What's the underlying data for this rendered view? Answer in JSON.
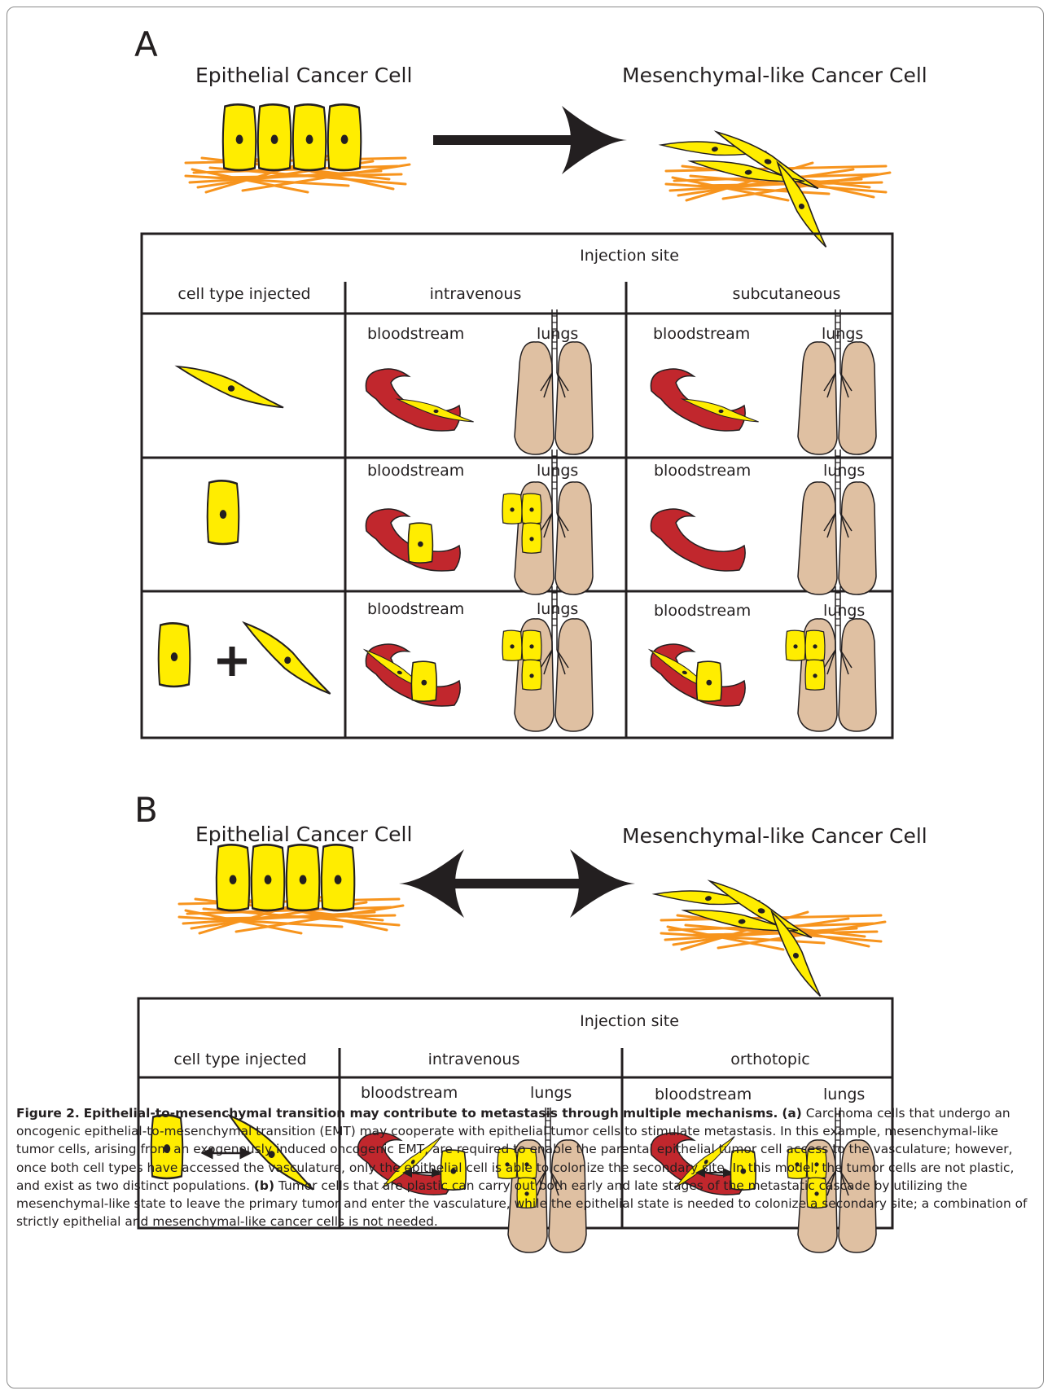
{
  "panel_a": {
    "letter": "A",
    "epithelial_title": "Epithelial Cancer Cell",
    "mesenchymal_title": "Mesenchymal-like Cancer Cell",
    "table": {
      "header": "Injection site",
      "col_cell_type": "cell type injected",
      "col_1": "intravenous",
      "col_2": "subcutaneous",
      "bloodstream": "bloodstream",
      "lungs": "lungs"
    }
  },
  "panel_b": {
    "letter": "B",
    "epithelial_title": "Epithelial Cancer Cell",
    "mesenchymal_title": "Mesenchymal-like Cancer Cell",
    "table": {
      "header": "Injection site",
      "col_cell_type": "cell type injected",
      "col_1": "intravenous",
      "col_2": "orthotopic",
      "bloodstream": "bloodstream",
      "lungs": "lungs"
    }
  },
  "caption": {
    "figure_label": "Figure 2.",
    "title": "Epithelial-to-mesenchymal transition may contribute to metastasis through multiple mechanisms.",
    "a_label": "(a)",
    "a_text": "Carcinoma cells that undergo an oncogenic epithelial-to-mesenchymal transition (EMT) may cooperate with epithelial tumor cells to stimulate metastasis. In this example, mesenchymal-like tumor cells, arising from an exogenously induced oncogenic EMT, are required to enable the parental epithelial tumor cell access to the vasculature; however, once both cell types have accessed the vasculature, only the epithelial cell is able to colonize the secondary site. In this model, the tumor cells are not plastic, and exist as two distinct populations.",
    "b_label": "(b)",
    "b_text": "Tumor cells that are plastic can carry out both early and late stages of the metastatic cascade by utilizing the mesenchymal-like state to leave the primary tumor and enter the vasculature, while the epithelial state is needed to colonize a secondary site; a combination of strictly epithelial and mesenchymal-like cancer cells is not needed."
  },
  "colors": {
    "cell_yellow": "#ffed00",
    "fiber_orange": "#f7941d",
    "vessel_red": "#c1272d",
    "lung_tan": "#dfc0a2",
    "ink": "#231f20"
  }
}
